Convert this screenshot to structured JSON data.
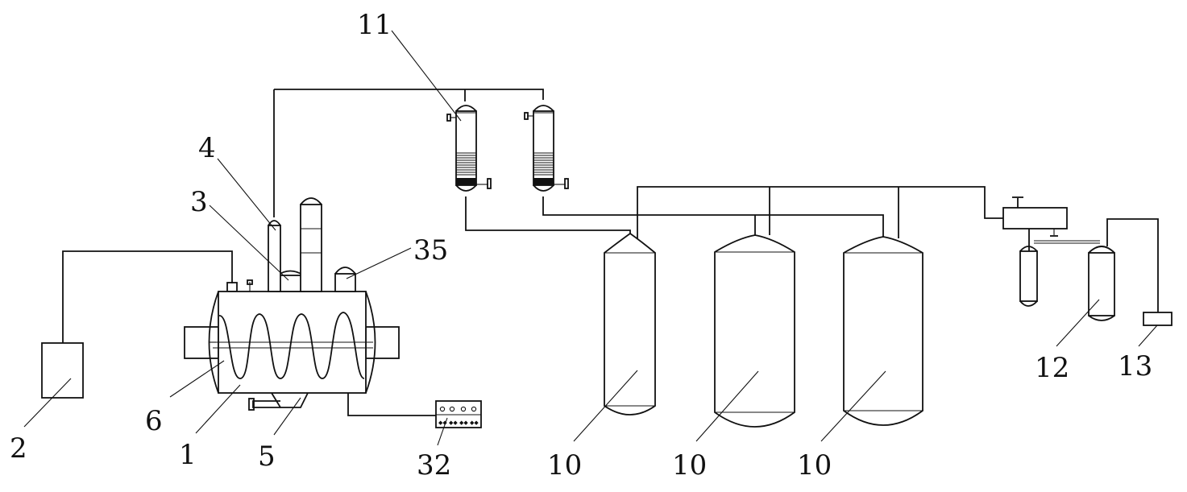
{
  "diagram": {
    "labels": {
      "tank_a": "1",
      "feed_tank": "2",
      "condenser_small": "3",
      "riser": "4",
      "discharge": "5",
      "screw": "6",
      "receivers": "10",
      "columns": "11",
      "filters": "12",
      "outlet": "13",
      "control_panel": "32",
      "dome": "35"
    }
  }
}
